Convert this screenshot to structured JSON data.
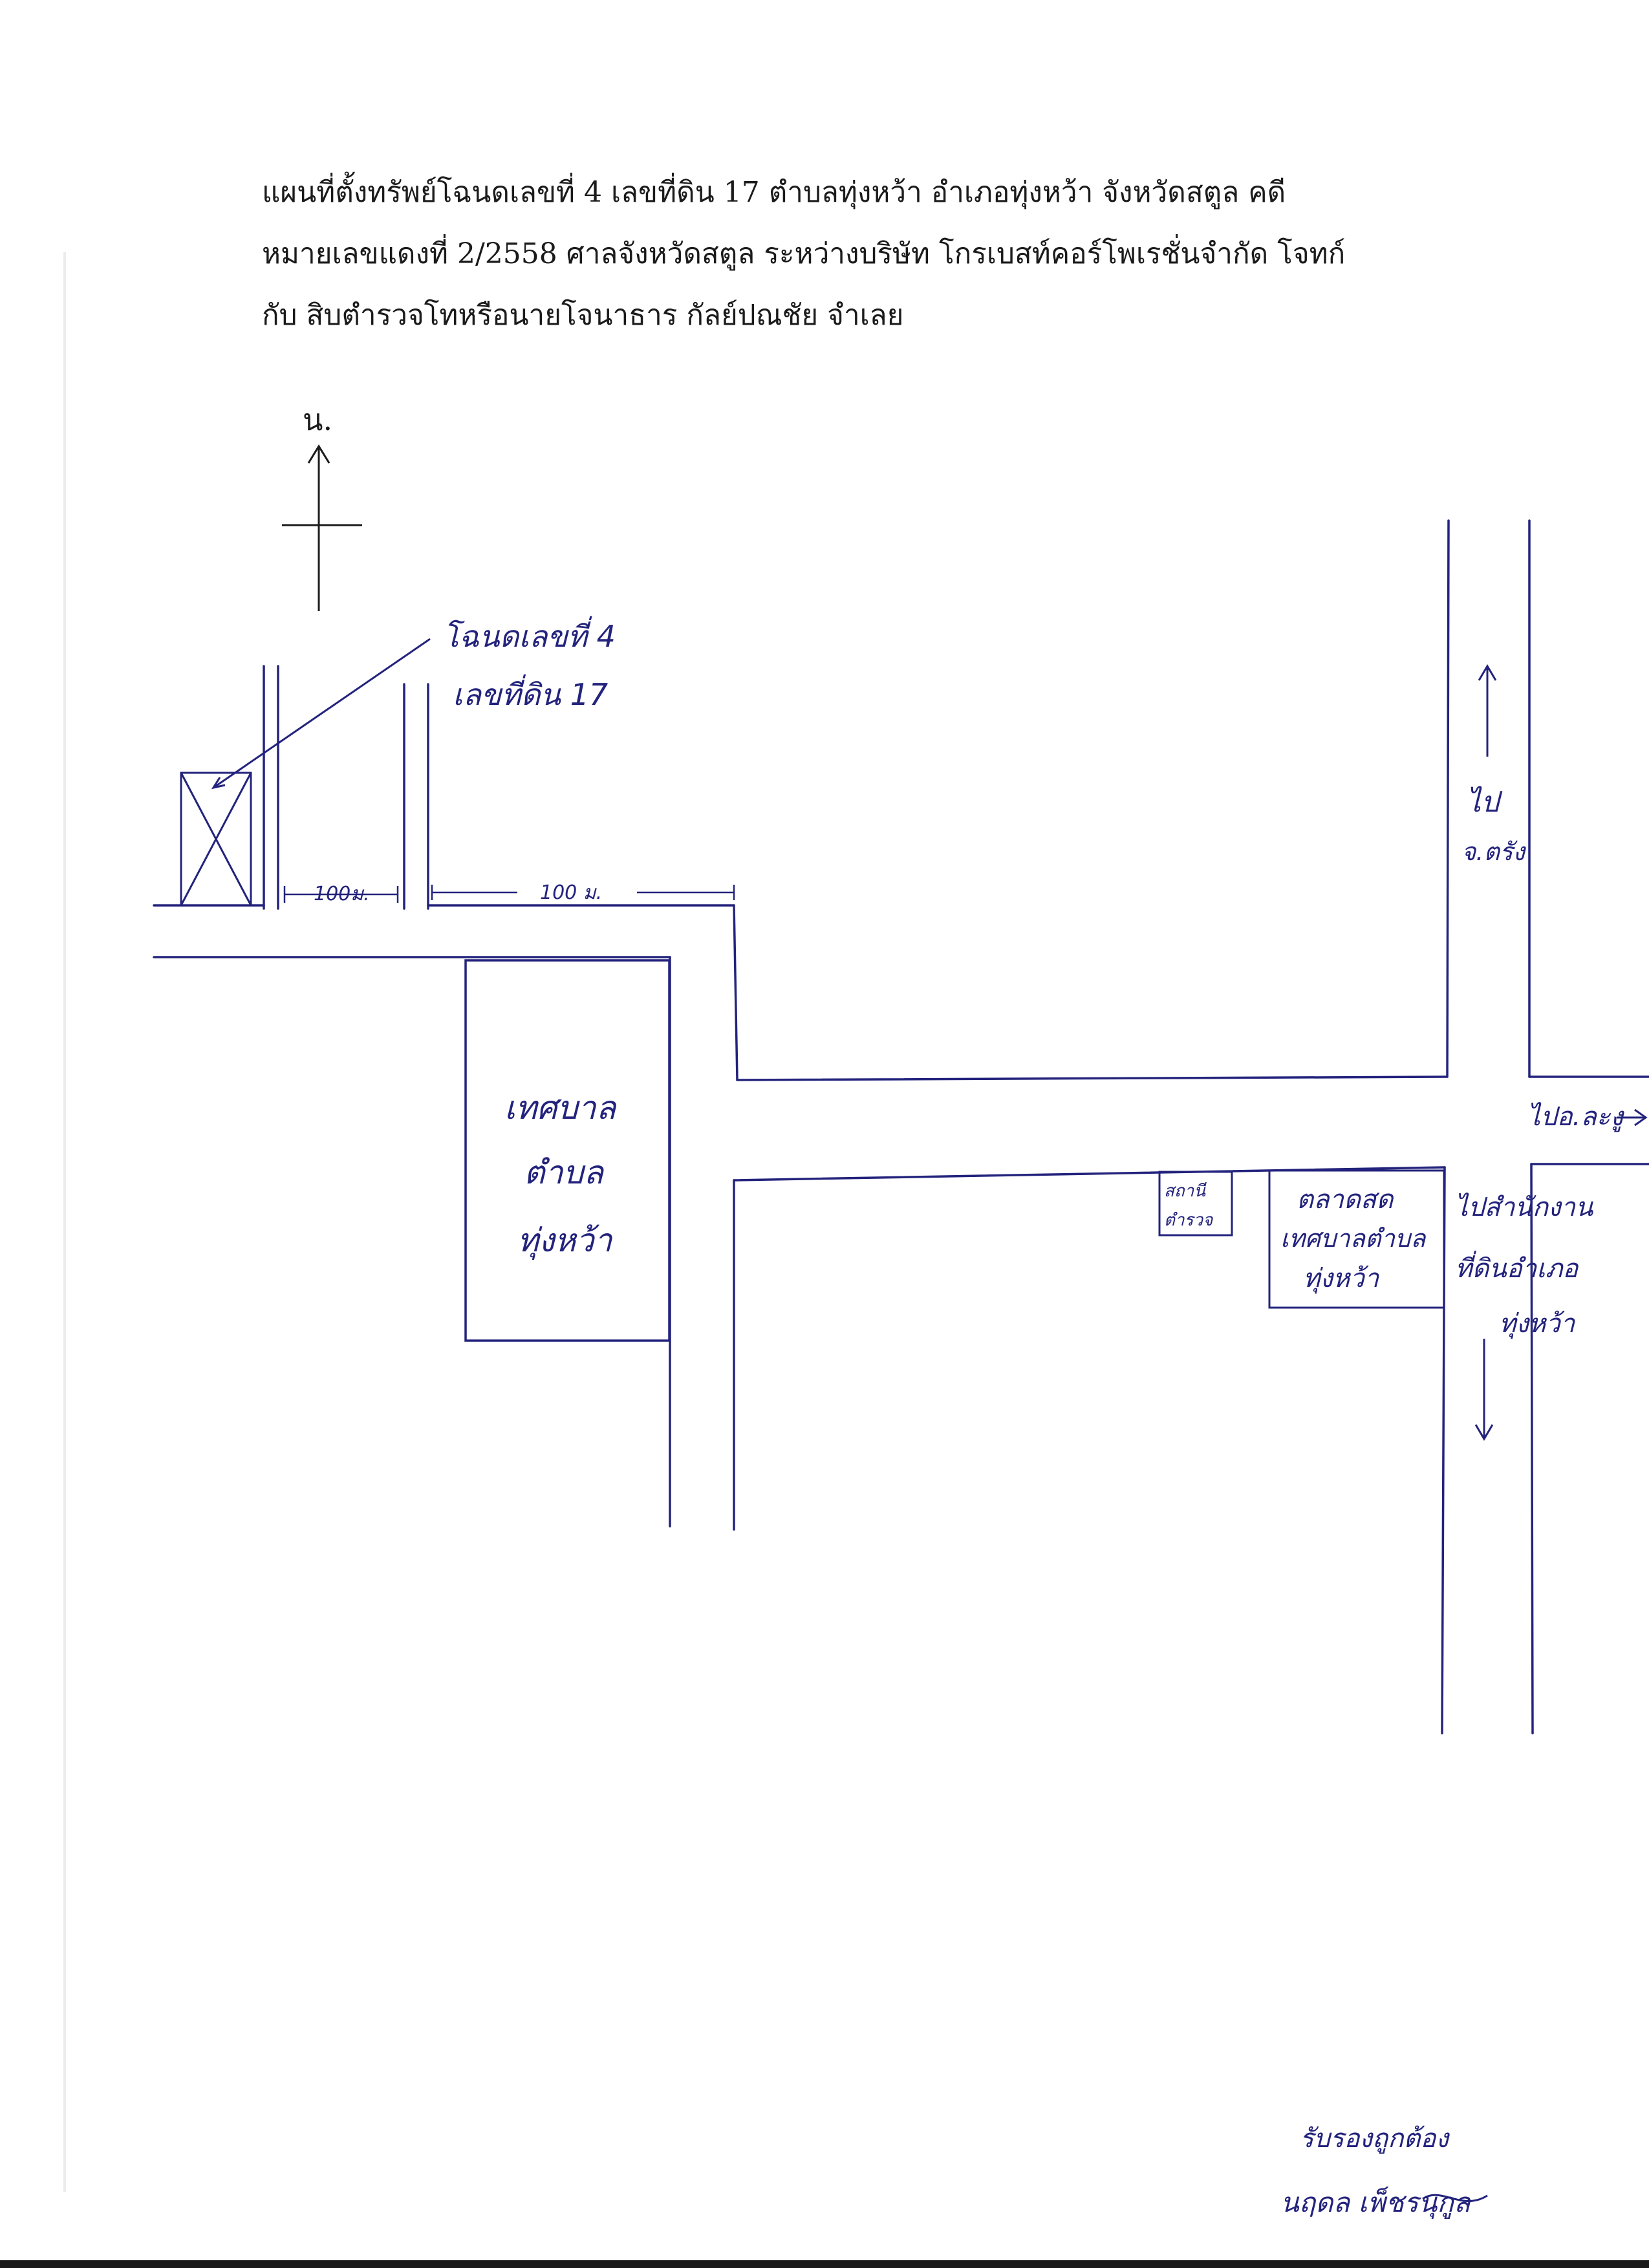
{
  "header": {
    "line1": "แผนที่ตั้งทรัพย์โฉนดเลขที่ 4 เลขที่ดิน 17 ตำบลทุ่งหว้า อำเภอทุ่งหว้า จังหวัดสตูล คดี",
    "line2": "หมายเลขแดงที่ 2/2558  ศาลจังหวัดสตูล ระหว่างบริษัท โกรเบสท์คอร์โพเรชั่นจำกัด โจทก์",
    "line3": "กับ สิบตำรวจโทหรือนายโจนาธาร กัลย์ปณชัย จำเลย"
  },
  "compass": {
    "north_label": "น."
  },
  "plot": {
    "label_line1": "โฉนดเลขที่ 4",
    "label_line2": "เลขที่ดิน 17"
  },
  "distances": {
    "left": "100ม.",
    "right": "100 ม."
  },
  "landmarks": {
    "municipality_line1": "เทศบาล",
    "municipality_line2": "ตำบล",
    "municipality_line3": "ทุ่งหว้า",
    "police_line1": "สถานี",
    "police_line2": "ตำรวจ",
    "market_line1": "ตลาดสด",
    "market_line2": "เทศบาลตำบล",
    "market_line3": "ทุ่งหว้า"
  },
  "directions": {
    "to_trang_line1": "ไป",
    "to_trang_line2": "จ.ตรัง",
    "to_langu": "ไปอ.ละงู",
    "to_land_office_line1": "ไปสำนักงาน",
    "to_land_office_line2": "ที่ดินอำเภอ",
    "to_land_office_line3": "ทุ่งหว้า"
  },
  "signature": {
    "line1": "รับรองถูกต้อง",
    "line2": "นฤดล เพ็ชรนุกูล"
  },
  "colors": {
    "ink": "#23237d",
    "print": "#1b1b1b"
  }
}
